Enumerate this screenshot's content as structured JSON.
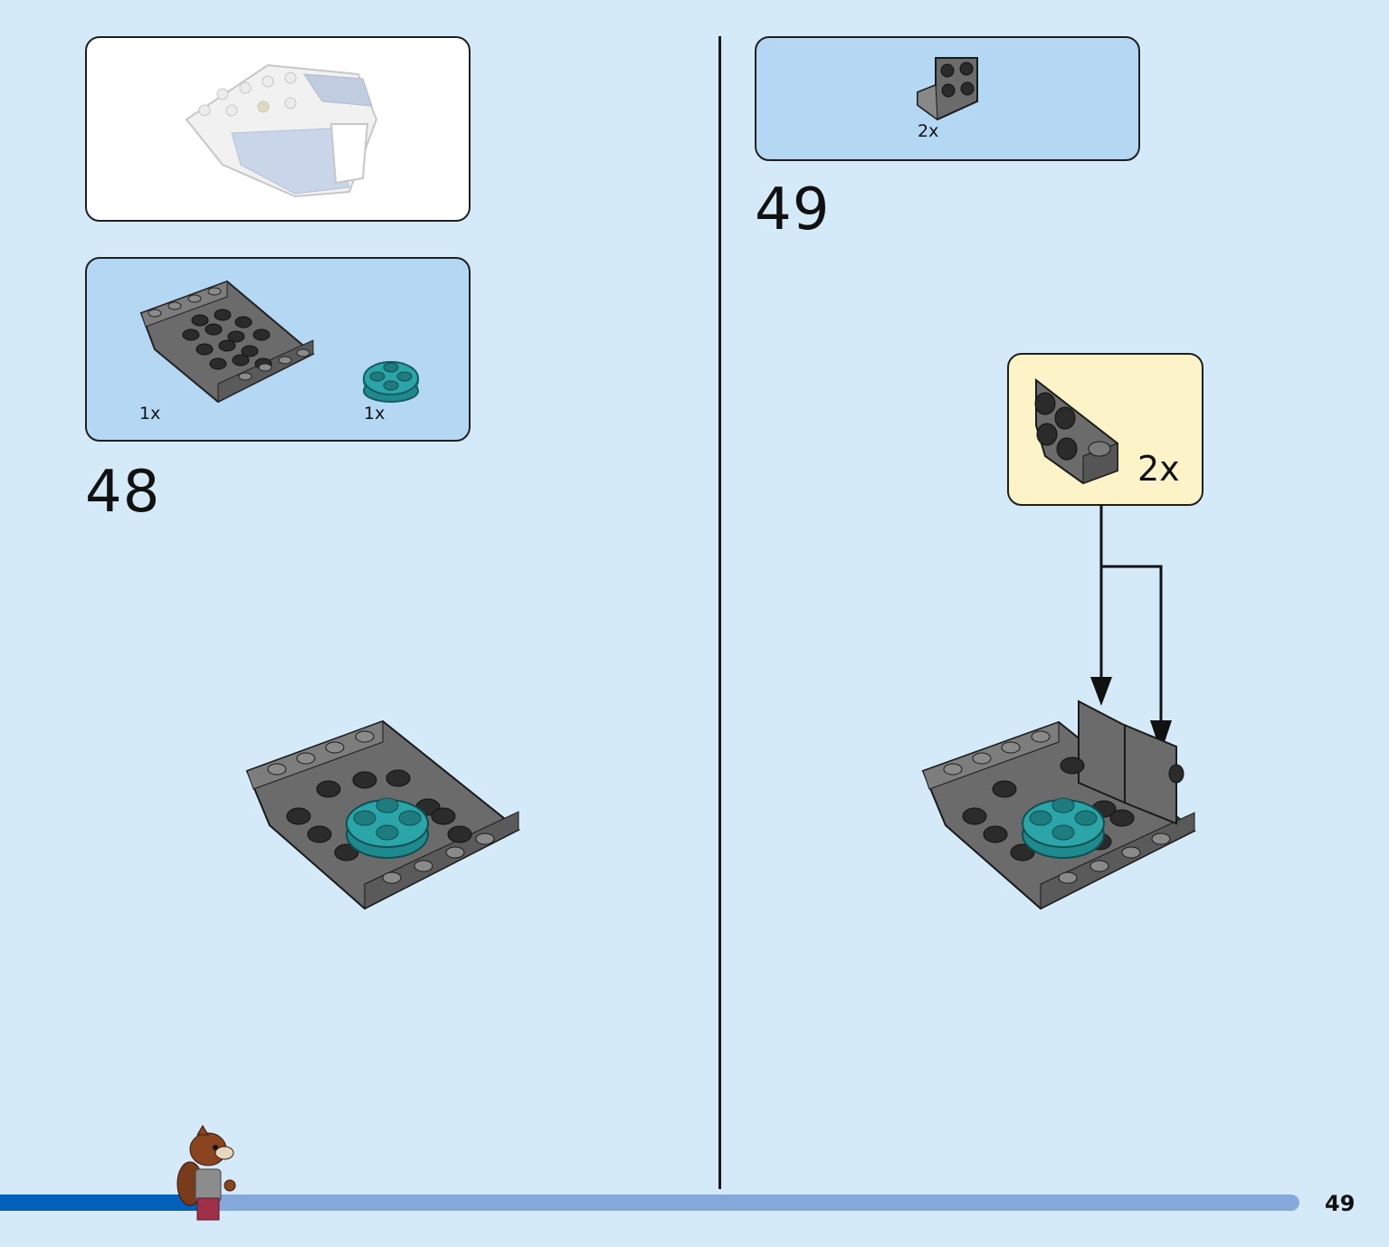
{
  "step_48": {
    "number": "48",
    "parts": [
      {
        "qty": "1x",
        "icon": "dark-gray-inverted-slope-plate-icon"
      },
      {
        "qty": "1x",
        "icon": "teal-round-plate-icon"
      }
    ]
  },
  "step_49": {
    "number": "49",
    "parts": [
      {
        "qty": "2x",
        "icon": "dark-gray-bracket-icon"
      }
    ],
    "callout": {
      "qty": "2x",
      "icon": "dark-gray-bracket-icon"
    }
  },
  "page": {
    "number": "49",
    "progress": 0.16
  },
  "colors": {
    "background": "#d4eaf9",
    "parts_panel": "#b4d7f4",
    "callout_panel": "#fdf3c9",
    "progress_track": "#86a9dc",
    "progress_fill": "#0060ba",
    "part_dark_gray": "#6b6b6b",
    "part_teal": "#2ba5a8"
  }
}
